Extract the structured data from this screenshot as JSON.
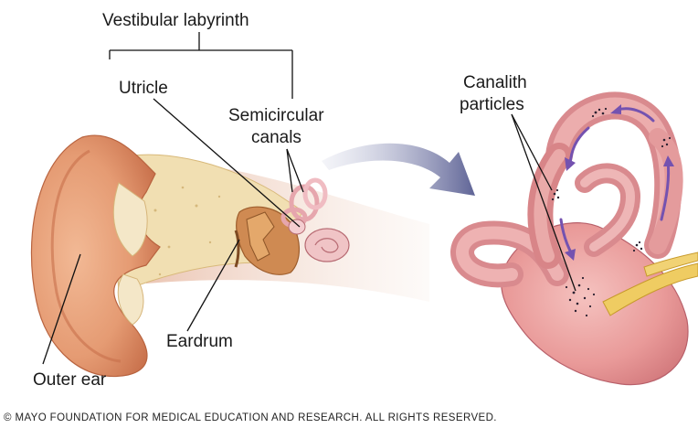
{
  "labels": {
    "vestibular_labyrinth": "Vestibular labyrinth",
    "utricle": "Utricle",
    "semicircular_canals_line1": "Semicircular",
    "semicircular_canals_line2": "canals",
    "eardrum": "Eardrum",
    "outer_ear": "Outer ear",
    "canalith_line1": "Canalith",
    "canalith_line2": "particles"
  },
  "copyright": "© MAYO FOUNDATION FOR MEDICAL EDUCATION AND RESEARCH. ALL RIGHTS RESERVED.",
  "colors": {
    "ear_skin": "#e9a27b",
    "ear_shadow": "#c9734d",
    "bone": "#f3e3b4",
    "labyrinth_pink": "#ec9e9e",
    "labyrinth_dark": "#c96b6e",
    "arrow": "#6a6f9e",
    "direction_arrows": "#7a55b3",
    "nerve": "#e8c24f"
  }
}
